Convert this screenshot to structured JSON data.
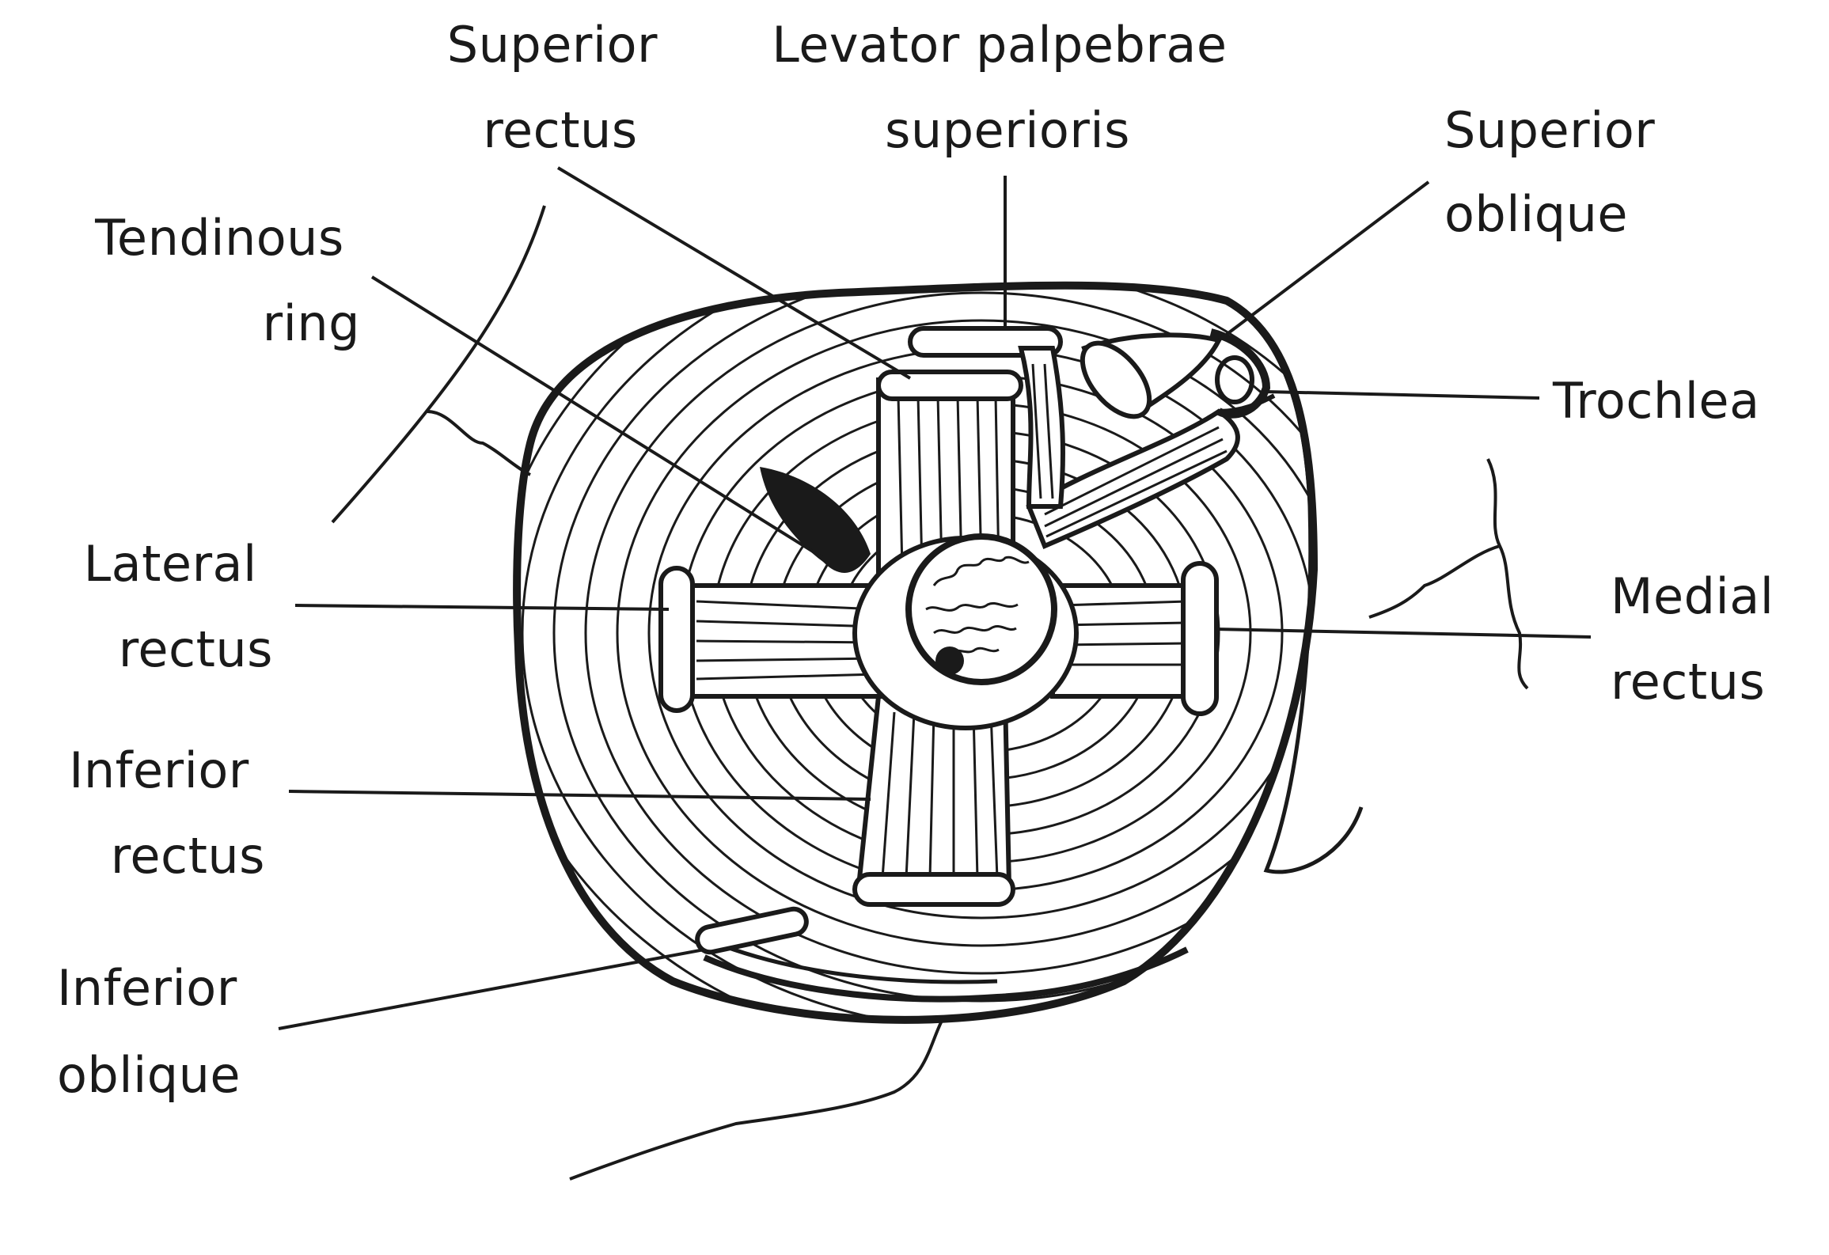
{
  "labels": {
    "superior_rectus": [
      "Superior",
      "rectus"
    ],
    "levator": [
      "Levator palpebrae",
      "superioris"
    ],
    "superior_oblique": [
      "Superior",
      "oblique"
    ],
    "tendinous_ring": [
      "Tendinous",
      "ring"
    ],
    "trochlea": [
      "Trochlea"
    ],
    "lateral_rectus": [
      "Lateral",
      "rectus"
    ],
    "medial_rectus": [
      "Medial",
      "rectus"
    ],
    "inferior_rectus": [
      "Inferior",
      "rectus"
    ],
    "inferior_oblique": [
      "Inferior",
      "oblique"
    ]
  },
  "colors": {
    "ink": "#1a1a1a",
    "paper": "#ffffff"
  }
}
